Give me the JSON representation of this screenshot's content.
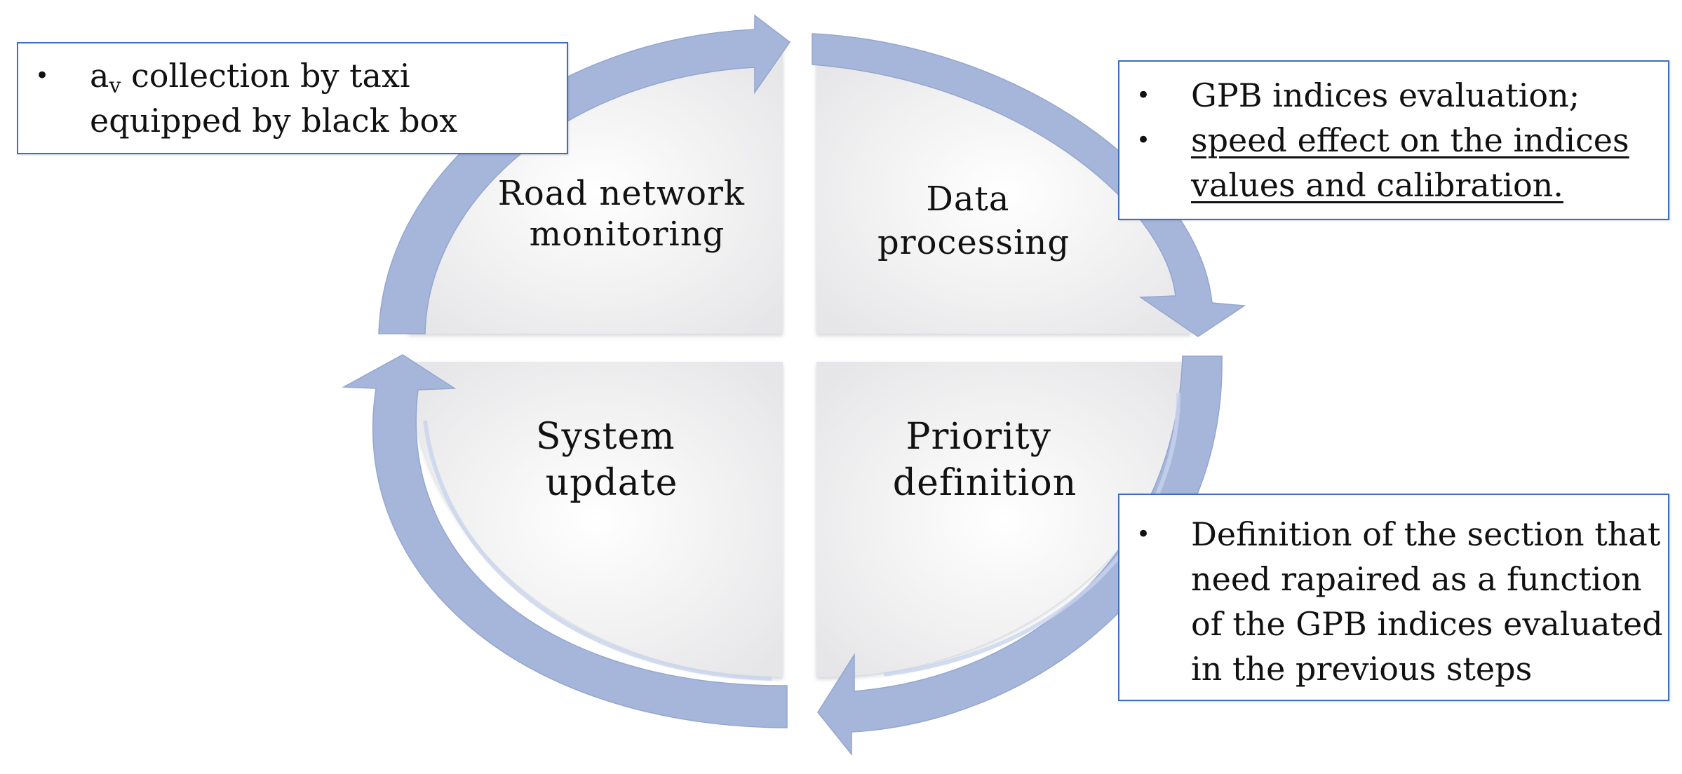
{
  "quadrants": [
    {
      "lines": [
        "Road network",
        "monitoring"
      ]
    },
    {
      "lines": [
        "Data",
        "processing"
      ]
    },
    {
      "lines": [
        "System",
        "update"
      ]
    },
    {
      "lines": [
        "Priority",
        "definition"
      ]
    }
  ],
  "notes": {
    "monitoring": {
      "items": [
        {
          "prefix": "a",
          "subscript": "v",
          "text": " collection by taxi equipped by black box"
        }
      ]
    },
    "processing": {
      "items": [
        {
          "text": "GPB indices evaluation;"
        },
        {
          "text": "speed effect on the indices values and calibration.",
          "underlined": true
        }
      ]
    },
    "priority": {
      "items": [
        {
          "text": "Definition of the section that need rapaired as a function of the GPB indices evaluated in the previous steps"
        }
      ]
    }
  },
  "colors": {
    "arrow": "#a6b6da",
    "arrow_light": "#c3cfea",
    "quadrant_fill": "#f2f2f3",
    "note_border": "#3d6ec2",
    "text": "#111111"
  },
  "icons": [
    "cycle-arrow-icon",
    "bullet-icon"
  ]
}
